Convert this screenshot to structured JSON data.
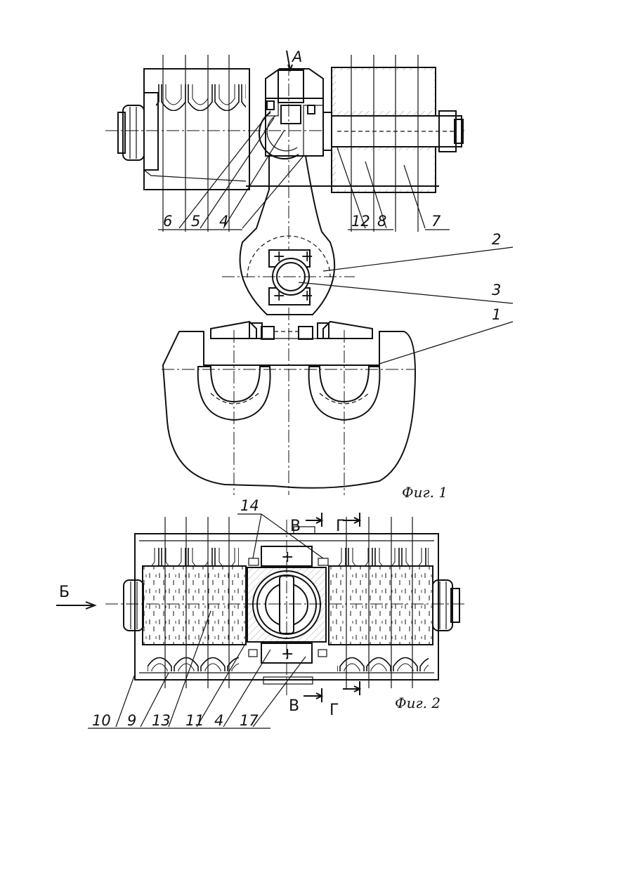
{
  "labels": {
    "l1": "1",
    "l2": "2",
    "l3": "3",
    "l4a": "4",
    "l5": "5",
    "l6": "6",
    "l7": "7",
    "l8": "8",
    "l12": "12",
    "l9": "9",
    "l10": "10",
    "l11": "11",
    "l13": "13",
    "l4b": "4",
    "l17": "17",
    "l14": "14"
  },
  "view_marks": {
    "a": "A",
    "b": "Б",
    "v_top": "В",
    "g_top": "Г",
    "v_bot": "В",
    "g_bot": "Г"
  },
  "captions": {
    "fig1": "Фиг. 1",
    "fig2": "Фиг. 2"
  }
}
